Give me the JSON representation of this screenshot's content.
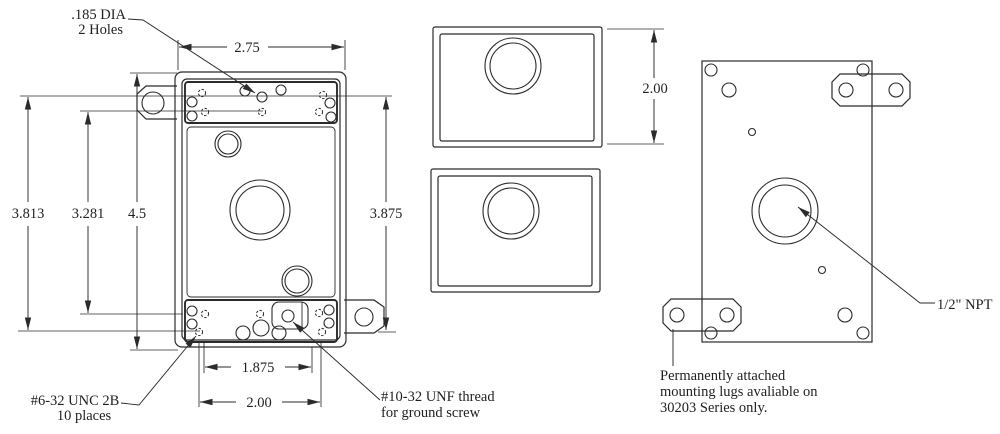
{
  "drawing": {
    "front_view": {
      "dim_width": "2.75",
      "dim_height_left_outer": "3.813",
      "dim_height_left_inner": "3.281",
      "dim_height_overall": "4.5",
      "dim_height_right": "3.875",
      "dim_bottom_inner": "1.875",
      "dim_bottom_outer": "2.00",
      "callout_holes_line1": ".185  DIA",
      "callout_holes_line2": "2 Holes",
      "callout_unc_line1": "#6-32 UNC 2B",
      "callout_unc_line2": "10 places",
      "callout_unf_line1": "#10-32 UNF thread",
      "callout_unf_line2": "for ground screw"
    },
    "side_views": {
      "dim_depth": "2.00"
    },
    "back_view": {
      "callout_npt": "1/2\" NPT",
      "note_line1": "Permanently attached",
      "note_line2": "mounting lugs avaliable on",
      "note_line3": "30203 Series only."
    },
    "colors": {
      "line": "#2b2b2b",
      "background": "#ffffff"
    }
  }
}
